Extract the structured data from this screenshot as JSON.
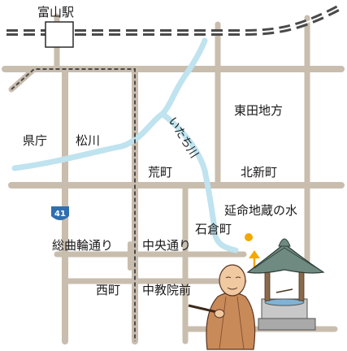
{
  "station": "富山駅",
  "colors": {
    "road": "#c9bdae",
    "river": "#bfe3ef",
    "rail": "#4a4a4a",
    "route_shield": "#2f6fb0",
    "spot": "#f2a800",
    "arrow": "#f2a800"
  },
  "route_shield": {
    "number": "41"
  },
  "labels": {
    "higashida": "東田地方",
    "kencho": "県庁",
    "matsukawa": "松川",
    "arama": "荒町",
    "kitashin": "北新町",
    "river_itachi": "いたち川",
    "enmei": "延命地蔵の水",
    "ishikura": "石倉町",
    "sogawa": "総曲輪通り",
    "chuo": "中央通り",
    "nishimachi": "西町",
    "chukyo": "中教院前"
  },
  "icons": {
    "spot": "dot-icon",
    "arrow": "up-arrow-icon",
    "shrine": "well-shrine-icon",
    "monk": "monk-figure-icon"
  }
}
